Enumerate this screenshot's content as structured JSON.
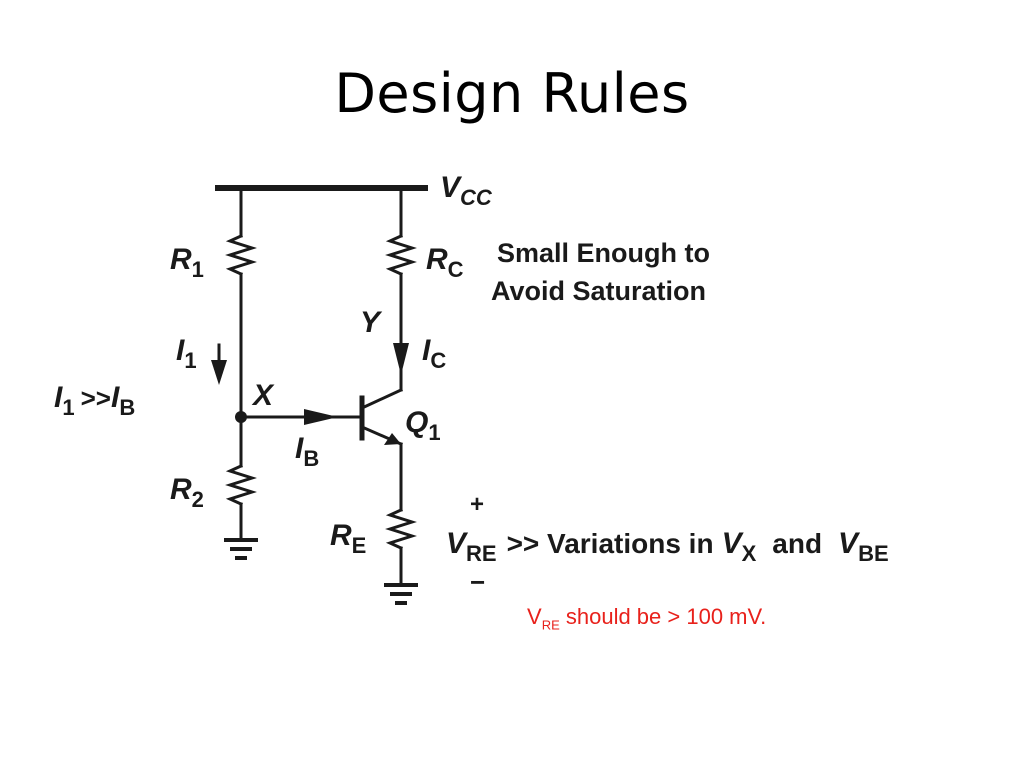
{
  "title": "Design Rules",
  "colors": {
    "wire": "#1a1a1a",
    "note": "#e8211b"
  },
  "circuit": {
    "vcc": {
      "v": "V",
      "sub": "CC"
    },
    "r1": {
      "main": "R",
      "sub": "1"
    },
    "r2": {
      "main": "R",
      "sub": "2"
    },
    "rc": {
      "main": "R",
      "sub": "C"
    },
    "re": {
      "main": "R",
      "sub": "E"
    },
    "i1": {
      "main": "I",
      "sub": "1"
    },
    "ic": {
      "main": "I",
      "sub": "C"
    },
    "ib": {
      "main": "I",
      "sub": "B"
    },
    "q1": {
      "main": "Q",
      "sub": "1"
    },
    "node_x": "X",
    "node_y": "Y",
    "i1_rule": {
      "i1": "I",
      "i1_sub": "1",
      "op": ">>",
      "ib": "I",
      "ib_sub": "B"
    }
  },
  "annotations": {
    "rc_note_line1": "Small Enough to",
    "rc_note_line2": "Avoid Saturation",
    "vre_plus": "+",
    "vre_minus": "−",
    "vre_rule": {
      "v": "V",
      "v_sub": "RE",
      "text": ">> Variations in",
      "vx": "V",
      "vx_sub": "X",
      "and": "and",
      "vbe": "V",
      "vbe_sub": "BE"
    }
  },
  "note": {
    "v": "V",
    "sub": "RE",
    "text": " should be > 100 mV."
  }
}
